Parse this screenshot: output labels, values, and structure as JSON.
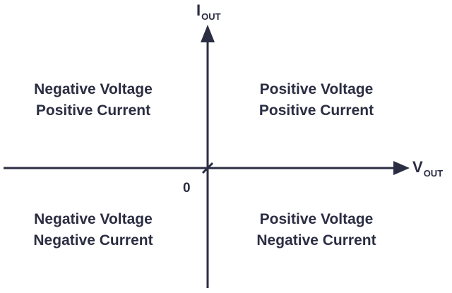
{
  "diagram": {
    "y_axis": {
      "label": "I",
      "subscript": "OUT"
    },
    "x_axis": {
      "label": "V",
      "subscript": "OUT"
    },
    "origin_label": "0",
    "quadrants": {
      "top_left": {
        "line1": "Negative Voltage",
        "line2": "Positive Current"
      },
      "top_right": {
        "line1": "Positive Voltage",
        "line2": "Positive Current"
      },
      "bottom_left": {
        "line1": "Negative Voltage",
        "line2": "Negative Current"
      },
      "bottom_right": {
        "line1": "Positive Voltage",
        "line2": "Negative Current"
      }
    },
    "colors": {
      "ink": "#2b2d42",
      "background": "#ffffff"
    }
  }
}
